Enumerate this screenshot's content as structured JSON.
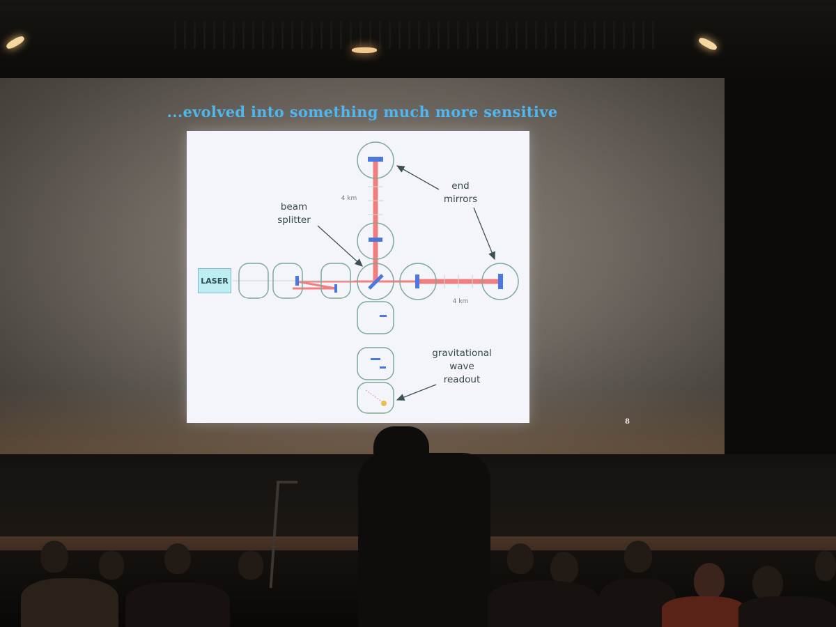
{
  "slide": {
    "title": "...evolved into something much more sensitive",
    "page_number": "8"
  },
  "diagram": {
    "laser_label": "LASER",
    "beam_splitter_label": "beam\nsplitter",
    "end_mirrors_label": "end\nmirrors",
    "readout_label": "gravitational\nwave\nreadout",
    "arm_length_vertical": "4 km",
    "arm_length_horizontal": "4 km"
  },
  "colors": {
    "title": "#4fb6ef",
    "beam": "#f08080",
    "mirror": "#4a78e0",
    "chamber_outline": "#7fa898",
    "laser_box": "#bfeef2"
  }
}
